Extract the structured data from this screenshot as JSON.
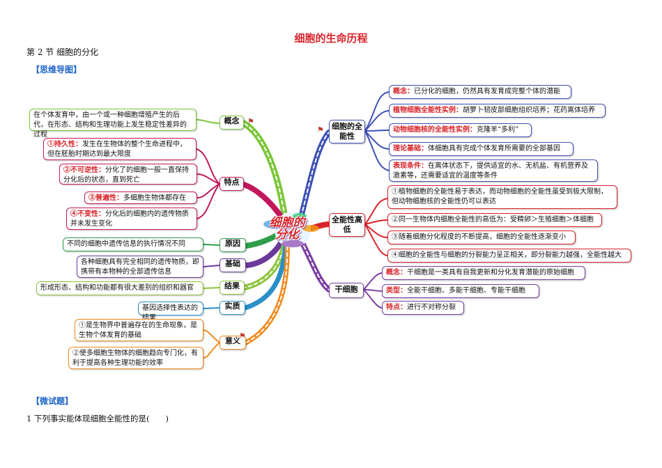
{
  "document": {
    "title": "细胞的生命历程",
    "section": "第 2 节  细胞的分化",
    "mindmap_heading": "【思维导图】",
    "quiz_heading": "【微试题】",
    "question_1": "1  下列事实能体现细胞全能性的是(　　)"
  },
  "center_logo": [
    "细胞的",
    "分化"
  ],
  "left": {
    "concept": {
      "hub": "概念",
      "box": "在个体发育中，由一个或一种细胞增殖产生的后代，在形态、结构和生理功能上发生稳定性差异的过程"
    },
    "features": {
      "hub": "特点",
      "items": [
        {
          "tag": "①持久性：",
          "text": "发生在生物体的整个生命进程中，但在胚胎时期达到最大限度"
        },
        {
          "tag": "②不可逆性：",
          "text": "分化了的细胞一般一直保持分化后的状态，直到死亡"
        },
        {
          "tag": "③普遍性：",
          "text": "多细胞生物体都存在"
        },
        {
          "tag": "④不变性：",
          "text": "分化后的细胞内的遗传物质并未发生变化"
        }
      ]
    },
    "cause": {
      "hub": "原因",
      "box": "不同的细胞中遗传信息的执行情况不同"
    },
    "basis": {
      "hub": "基础",
      "box": "各种细胞具有完全相同的遗传物质，即携带有本物种的全部遗传信息"
    },
    "result": {
      "hub": "结果",
      "box": "形成形态、结构和功能都有很大差别的组织和器官"
    },
    "essence": {
      "hub": "实质",
      "box": "基因选择性表达的结果"
    },
    "meaning": {
      "hub": "意义",
      "items": [
        "①是生物界中普遍存在的生命现象，是生物个体发育的基础",
        "②使多细胞生物体的细胞趋向专门化，有利于提高各种生理功能的效率"
      ]
    }
  },
  "right": {
    "totipotency": {
      "hub": "细胞的全能性",
      "items": [
        {
          "tag": "概念：",
          "text": "已分化的细胞，仍然具有发育成完整个体的潜能"
        },
        {
          "tag": "植物细胞全能性实例：",
          "text": "胡萝卜韧皮部细胞组织培养；花药离体培养"
        },
        {
          "tag": "动物细胞核的全能性实例：",
          "text": "克隆羊“多利”"
        },
        {
          "tag": "理论基础：",
          "text": "体细胞具有完成个体发育所需要的全部基因"
        },
        {
          "tag": "表现条件：",
          "text": "在离体状态下，提供适宜的水、无机盐、有机营养及激素等，还需要适宜的温度等条件"
        }
      ]
    },
    "level": {
      "hub": "全能性高低",
      "items": [
        "①植物细胞的全能性易于表达，而动物细胞的全能性虽受到极大限制，但动物细胞核的全能性仍可以表达",
        "②同一生物体内细胞全能性的高低为：受精卵＞生殖细胞＞体细胞",
        "③随着细胞分化程度的不断提高，细胞的全能性逐渐变小",
        "④细胞的全能性与细胞的分裂能力呈正相关，即分裂能力越强，全能性越大"
      ]
    },
    "stem_cell": {
      "hub": "干细胞",
      "items": [
        {
          "tag": "概念：",
          "text": "干细胞是一类具有自我更新和分化发育潜能的原始细胞"
        },
        {
          "tag": "类型：",
          "text": "全能干细胞、多能干细胞、专能干细胞"
        },
        {
          "tag": "特点：",
          "text": "进行不对称分裂"
        }
      ]
    }
  },
  "colors": {
    "title_red": "#d8232a",
    "heading_blue": "#1f64c8",
    "concept_branch": "#7cc63a",
    "features_branch": "#c2185b",
    "cause_branch": "#2e9e4a",
    "basis_branch": "#6a3a9a",
    "result_branch": "#8cc43a",
    "essence_branch": "#2a8fc8",
    "meaning_branch": "#f08a1e",
    "totipotency_branch": "#3f51b5",
    "level_branch": "#d8232a",
    "stemcell_branch": "#7b3fa0"
  }
}
